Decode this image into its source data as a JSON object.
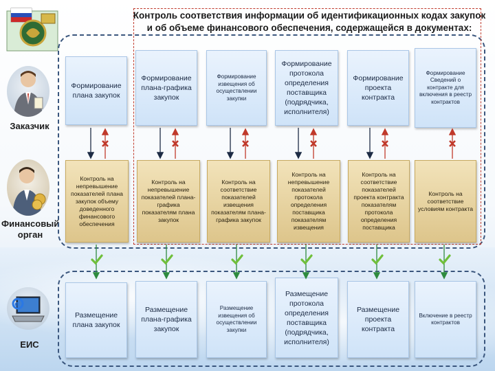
{
  "title": "Контроль соответствия информации об идентификационных кодах закупок и об объеме финансового обеспечения, содержащейся в документах:",
  "actors": {
    "customer": "Заказчик",
    "finance": "Финансовый орган",
    "eis": "ЕИС"
  },
  "customer_docs": [
    "Формирование плана закупок",
    "Формирование плана-графика закупок",
    "Формирование извещения об осуществлении закупки",
    "Формирование протокола определения поставщика (подрядчика, исполнителя)",
    "Формирование проекта контракта",
    "Формирование Сведений о контракте для включения в реестр контрактов"
  ],
  "controls": [
    "Контроль на непревышение показателей плана закупок объему доведенного финансового обеспечения",
    "Контроль на непревышение показателей плана-графика показателям плана закупок",
    "Контроль на соответствие показателей извещения показателям плана-графика закупок",
    "Контроль на непревышение показателей протокола определения поставщика показателям извещения",
    "Контроль на соответствие показателей проекта контракта показателям протокола определения поставщика",
    "Контроль на соответствие условиям контракта"
  ],
  "eis_docs": [
    "Размещение плана закупок",
    "Размещение плана-графика закупок",
    "Размещение извещения об осуществлении закупки",
    "Размещение протокола определения поставщика (подрядчика, исполнителя)",
    "Размещение проекта контракта",
    "Включение в реестр контрактов"
  ],
  "colors": {
    "region_border": "#3a567d",
    "control_fill": "#e6d29f",
    "doc_fill": "#dbeafa",
    "reject_mark": "#c0392b",
    "approve_mark": "#6fbf3a"
  },
  "icons": {
    "reject": "cross-icon",
    "approve": "checkmark-icon"
  }
}
